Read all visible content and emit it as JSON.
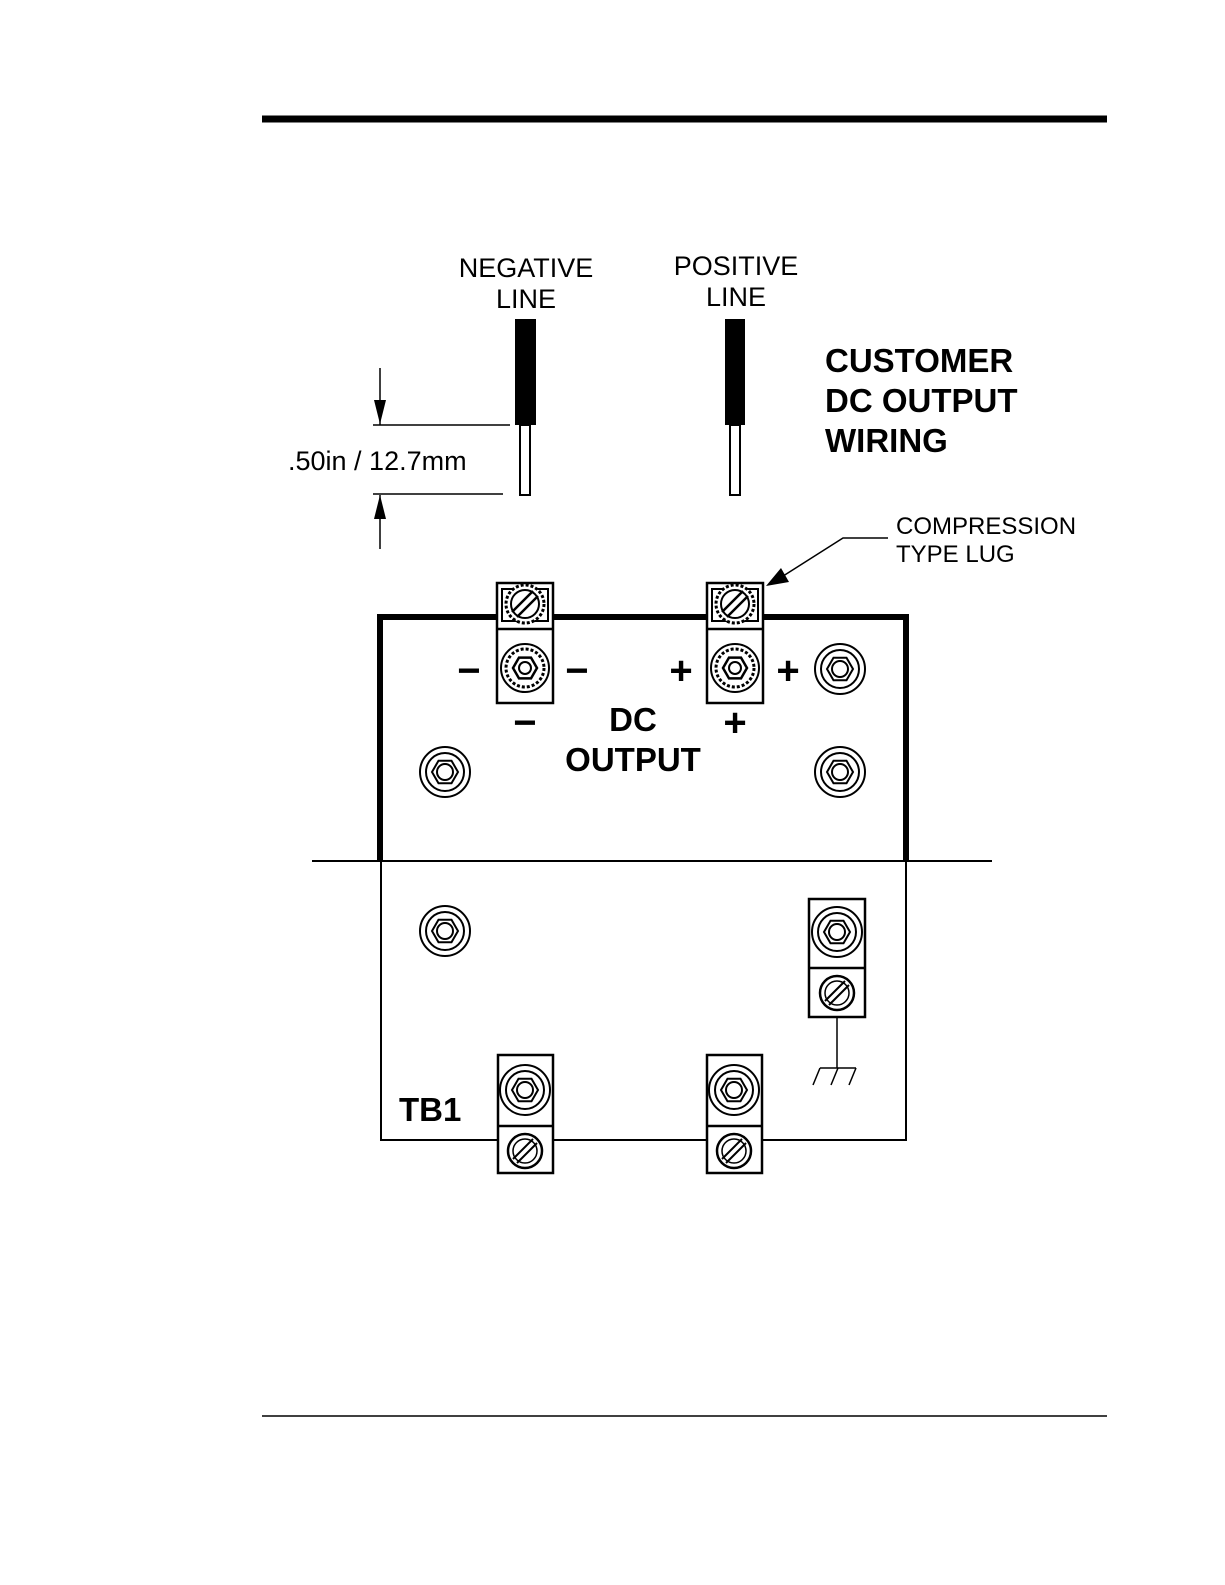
{
  "labels": {
    "negative_line": [
      "NEGATIVE",
      "LINE"
    ],
    "positive_line": [
      "POSITIVE",
      "LINE"
    ],
    "title": [
      "CUSTOMER",
      "DC OUTPUT",
      "WIRING"
    ],
    "dimension": ".50in / 12.7mm",
    "lug_callout": [
      "COMPRESSION",
      "TYPE LUG"
    ],
    "dc_output": [
      "DC",
      "OUTPUT"
    ],
    "terminal_block": "TB1",
    "minus": "−",
    "plus": "+"
  },
  "icons": [
    "slotted-screw",
    "hex-stud",
    "ground-symbol",
    "dimension-arrow",
    "leader-arrow"
  ]
}
